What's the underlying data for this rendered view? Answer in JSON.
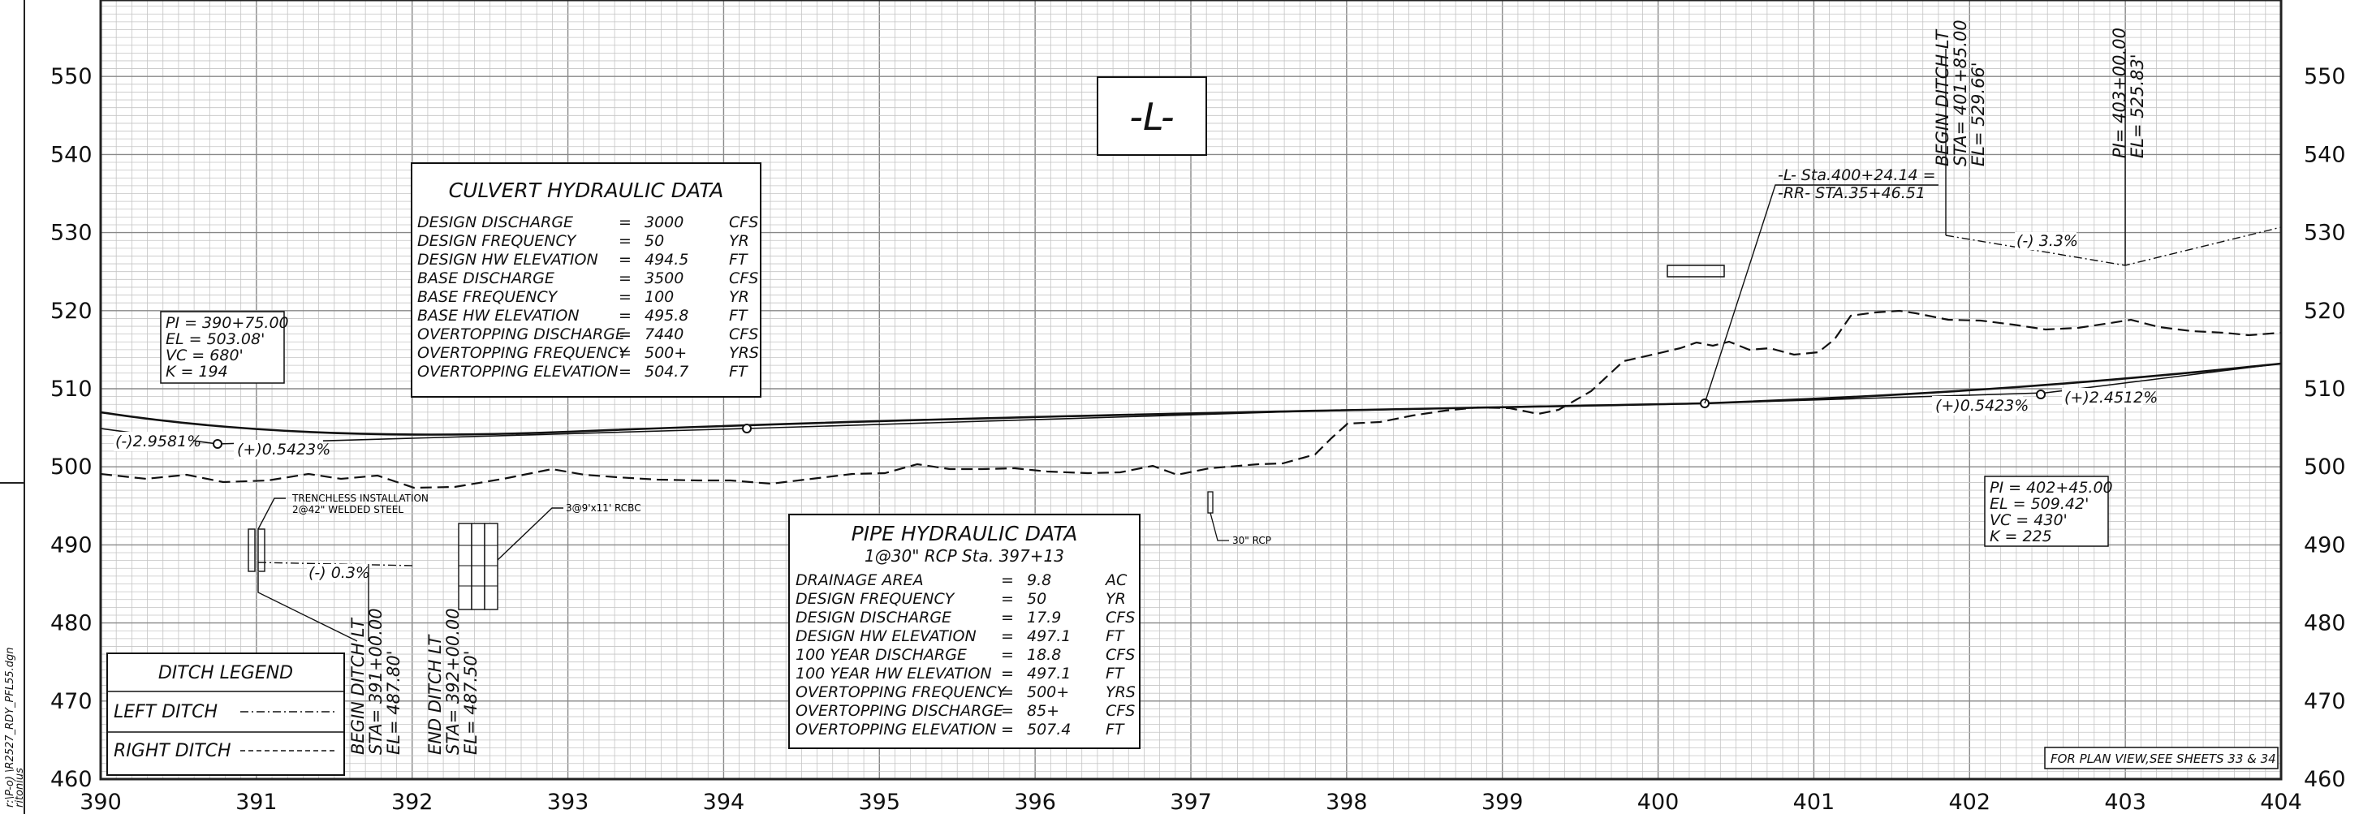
{
  "title_mark": "-L-",
  "y_axis": {
    "ticks": [
      460,
      470,
      480,
      490,
      500,
      510,
      520,
      530,
      540,
      550
    ],
    "min": 460,
    "max": 560
  },
  "x_axis": {
    "ticks": [
      "390",
      "391",
      "392",
      "393",
      "394",
      "395",
      "396",
      "397",
      "398",
      "399",
      "400",
      "401",
      "402",
      "403",
      "404"
    ],
    "min": 390,
    "max": 404
  },
  "side_text": {
    "line1": "r:\\P-o) \\R2527_RDY_PFL55.dgn",
    "line2": "ritonius"
  },
  "culvert_box": {
    "title": "CULVERT HYDRAULIC DATA",
    "rows": [
      {
        "label": "DESIGN DISCHARGE",
        "eq": "=",
        "value": "3000",
        "unit": "CFS"
      },
      {
        "label": "DESIGN FREQUENCY",
        "eq": "=",
        "value": "50",
        "unit": "YR"
      },
      {
        "label": "DESIGN HW ELEVATION",
        "eq": "=",
        "value": "494.5",
        "unit": "FT"
      },
      {
        "label": "BASE DISCHARGE",
        "eq": "=",
        "value": "3500",
        "unit": "CFS"
      },
      {
        "label": "BASE FREQUENCY",
        "eq": "=",
        "value": "100",
        "unit": "YR"
      },
      {
        "label": "BASE HW ELEVATION",
        "eq": "=",
        "value": "495.8",
        "unit": "FT"
      },
      {
        "label": "OVERTOPPING DISCHARGE",
        "eq": "=",
        "value": "7440",
        "unit": "CFS"
      },
      {
        "label": "OVERTOPPING FREQUENCY",
        "eq": "=",
        "value": "500+",
        "unit": "YRS"
      },
      {
        "label": "OVERTOPPING ELEVATION",
        "eq": "=",
        "value": "504.7",
        "unit": "FT"
      }
    ]
  },
  "pipe_box": {
    "title": "PIPE HYDRAULIC DATA",
    "subtitle": "1@30\" RCP     Sta. 397+13",
    "rows": [
      {
        "label": "DRAINAGE AREA",
        "eq": "=",
        "value": "9.8",
        "unit": "AC"
      },
      {
        "label": "DESIGN FREQUENCY",
        "eq": "=",
        "value": "50",
        "unit": "YR"
      },
      {
        "label": "DESIGN DISCHARGE",
        "eq": "=",
        "value": "17.9",
        "unit": "CFS"
      },
      {
        "label": "DESIGN HW ELEVATION",
        "eq": "=",
        "value": "497.1",
        "unit": "FT"
      },
      {
        "label": "100 YEAR DISCHARGE",
        "eq": "=",
        "value": "18.8",
        "unit": "CFS"
      },
      {
        "label": "100 YEAR HW ELEVATION",
        "eq": "=",
        "value": "497.1",
        "unit": "FT"
      },
      {
        "label": "OVERTOPPING FREQUENCY",
        "eq": "=",
        "value": "500+",
        "unit": "YRS"
      },
      {
        "label": "OVERTOPPING DISCHARGE",
        "eq": "=",
        "value": "85+",
        "unit": "CFS"
      },
      {
        "label": "OVERTOPPING ELEVATION",
        "eq": "=",
        "value": "507.4",
        "unit": "FT"
      }
    ]
  },
  "pi_left": [
    "PI = 390+75.00",
    "EL = 503.08'",
    "VC = 680'",
    "K = 194"
  ],
  "pi_right": [
    "PI = 402+45.00",
    "EL = 509.42'",
    "VC = 430'",
    "K = 225"
  ],
  "grade_labels": {
    "g1": "(-)2.9581%",
    "g2": "(+)0.5423%",
    "g3": "(+)0.5423%",
    "g4": "(+)2.4512%",
    "ditch1": "(-) 0.3%",
    "ditch2": "(-) 3.3%"
  },
  "ditch_legend": {
    "title": "DITCH LEGEND",
    "left": "LEFT DITCH",
    "right": "RIGHT DITCH"
  },
  "begin_ditch_left": [
    "BEGIN DITCH LT",
    "STA= 391+00.00",
    "EL= 487.80'"
  ],
  "end_ditch_left": [
    "END DITCH LT",
    "STA= 392+00.00",
    "EL= 487.50'"
  ],
  "begin_ditch_right": [
    "BEGIN DITCH LT",
    "STA= 401+85.00",
    "EL= 529.66'"
  ],
  "pi_top_right": [
    "PI= 403+00.00",
    "EL= 525.83'"
  ],
  "station_eq": [
    "-L- Sta.400+24.14 =",
    "-RR- STA.35+46.51"
  ],
  "annotations": {
    "trenchless1": "TRENCHLESS INSTALLATION",
    "trenchless2": "2@42\" WELDED STEEL",
    "rcbc": "3@9'x11' RCBC",
    "rcp": "30\" RCP",
    "plan_note": "FOR PLAN VIEW,SEE SHEETS 33 & 34"
  }
}
